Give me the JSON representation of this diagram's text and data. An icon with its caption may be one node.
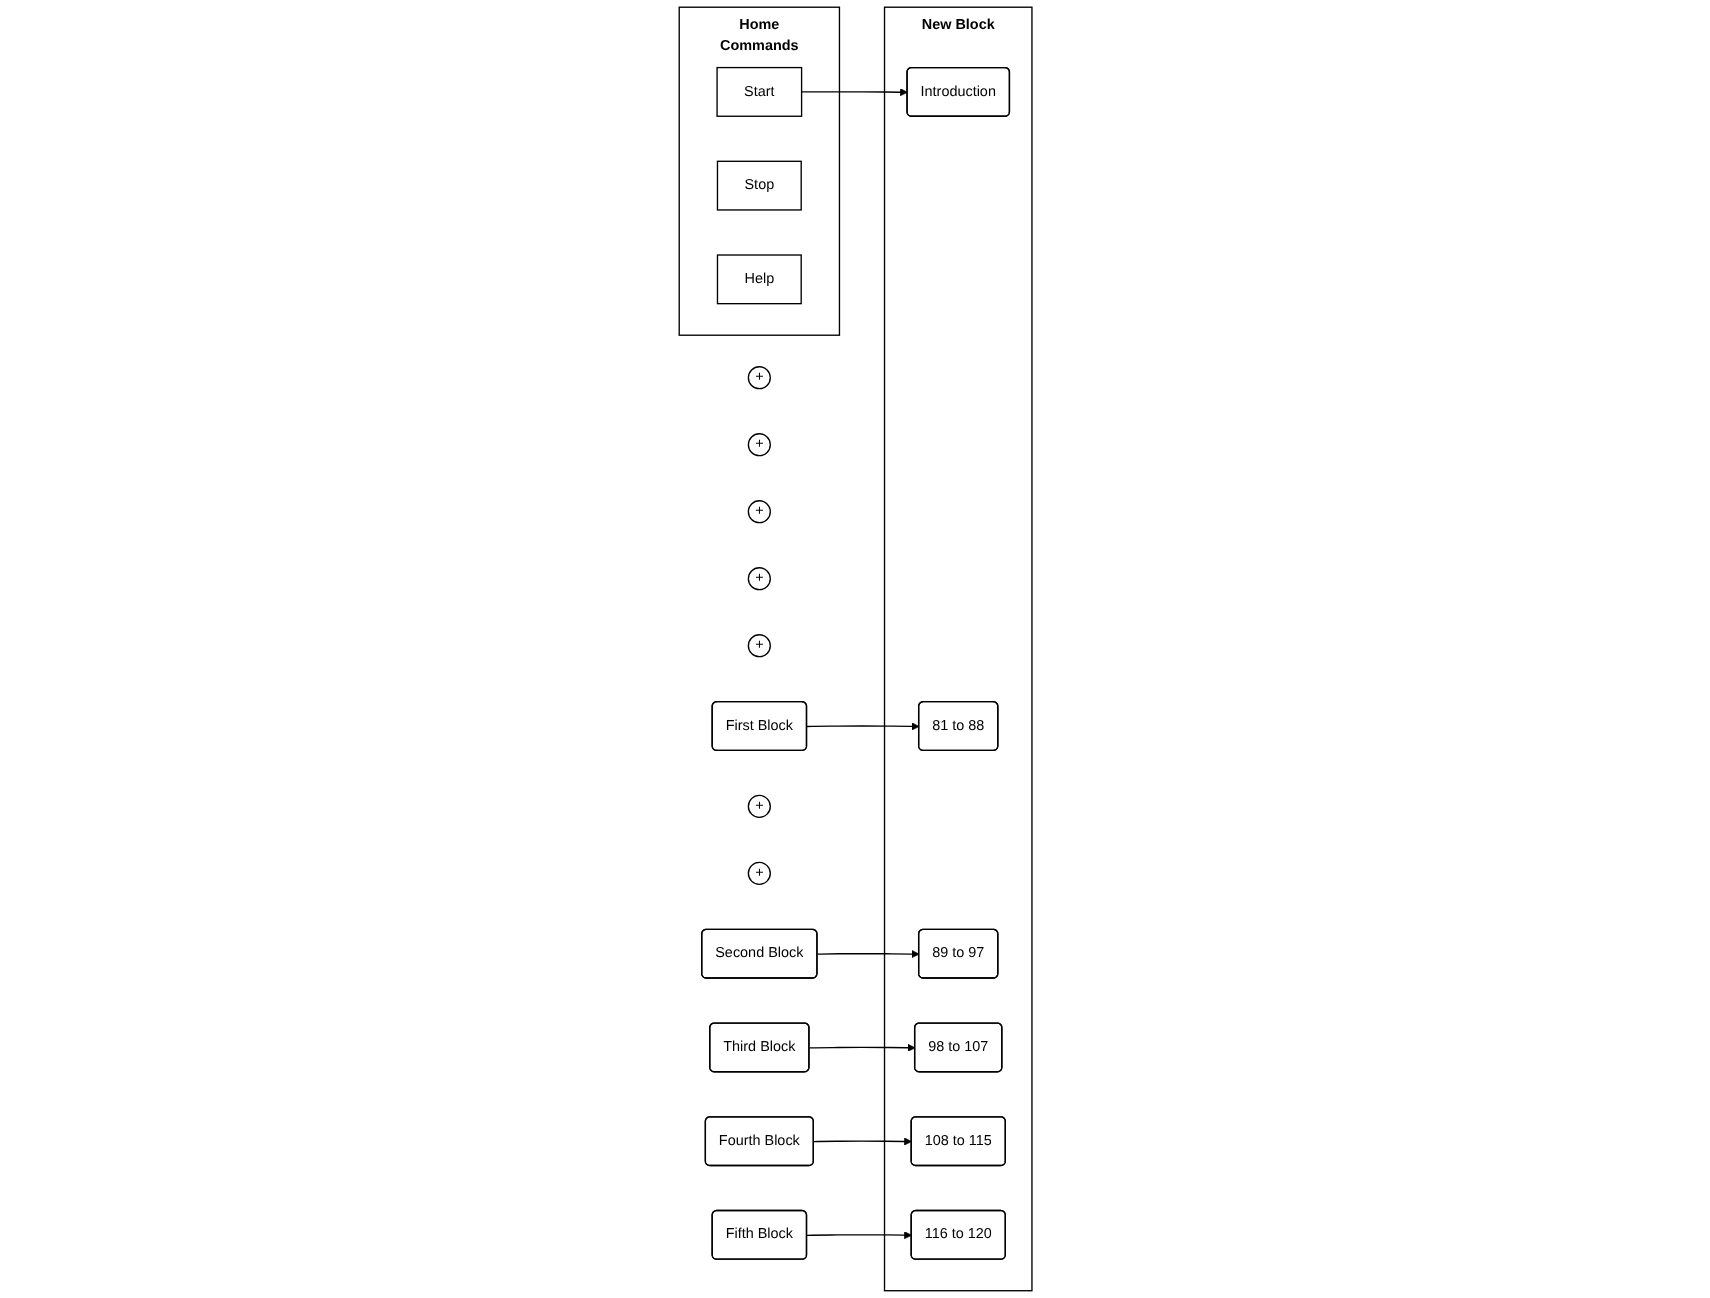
{
  "diagram": {
    "nodes": [
      {
        "text": [
          "Home",
          "Commands"
        ]
      },
      {
        "text": [
          "Start"
        ],
        "in": 0
      },
      {
        "text": [
          "Stop"
        ],
        "in": 0
      },
      {
        "text": [
          "Help"
        ],
        "in": 0
      },
      {
        "text": [
          "+"
        ]
      },
      {
        "text": [
          "First Block"
        ]
      },
      {
        "text": [
          "+"
        ]
      },
      {
        "text": [
          "Second Block"
        ]
      },
      {
        "text": [
          "+"
        ]
      },
      {
        "text": [
          "Third Block"
        ]
      },
      {
        "text": [
          "+"
        ]
      },
      {
        "text": [
          "Fourth Block"
        ]
      },
      {
        "text": [
          "+"
        ]
      },
      {
        "text": [
          "Fifth Block"
        ]
      },
      {
        "text": [
          "+"
        ]
      },
      {
        "text": [
          "New Block"
        ]
      },
      {
        "text": [
          "Introduction"
        ],
        "in": 15
      },
      {
        "text": [
          "81 to 88"
        ],
        "in": 15
      },
      {
        "text": [
          "89 to 97"
        ],
        "in": 15
      },
      {
        "text": [
          "98 to 107"
        ],
        "in": 15
      },
      {
        "text": [
          "108 to 115"
        ],
        "in": 15
      },
      {
        "text": [
          "116 to 120"
        ],
        "in": 15
      },
      {
        "text": [
          "+"
        ]
      }
    ],
    "edges": [
      {
        "from": 1,
        "to": 16,
        "arrow": "to"
      },
      {
        "from": 5,
        "to": 17,
        "arrow": "to"
      },
      {
        "from": 7,
        "to": 18,
        "arrow": "to"
      },
      {
        "from": 9,
        "to": 19,
        "arrow": "to"
      },
      {
        "from": 11,
        "to": 20,
        "arrow": "to"
      },
      {
        "from": 13,
        "to": 21,
        "arrow": "to"
      }
    ]
  }
}
